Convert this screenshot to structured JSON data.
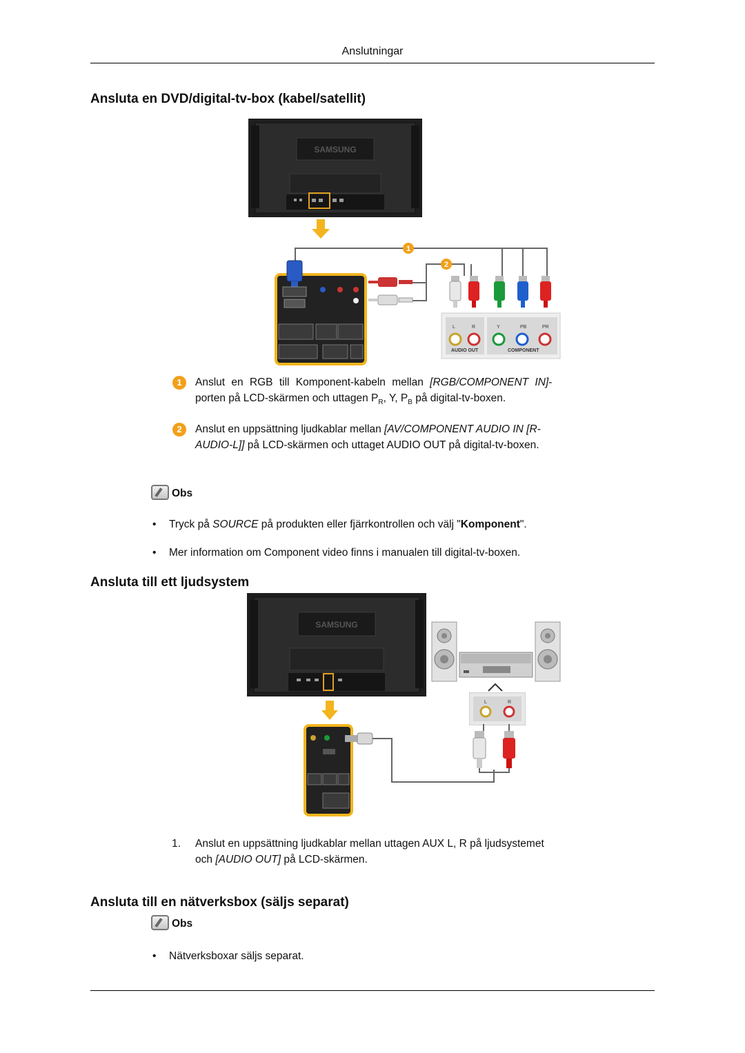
{
  "header": {
    "title": "Anslutningar"
  },
  "section1": {
    "heading": "Ansluta en DVD/digital-tv-box (kabel/satellit)",
    "step1_badge": "1",
    "step1_a": "Anslut en RGB till Komponent-kabeln mellan ",
    "step1_port": "[RGB/COMPONENT IN]",
    "step1_b": "-",
    "step1_c": "porten på LCD-skärmen och uttagen P",
    "step1_sub_r": "R",
    "step1_d": ", Y, P",
    "step1_sub_b": "B",
    "step1_e": " på digital-tv-boxen.",
    "step2_badge": "2",
    "step2_a": "Anslut en uppsättning ljudkablar mellan ",
    "step2_port1": "[AV/COMPONENT AUDIO IN [R-",
    "step2_port2": "AUDIO-L]]",
    "step2_b": " på LCD-skärmen och uttaget AUDIO OUT på digital-tv-boxen.",
    "obs_label": "Obs",
    "bullet1_a": "Tryck på ",
    "bullet1_source": "SOURCE",
    "bullet1_b": " på produkten eller fjärrkontrollen och välj \"",
    "bullet1_bold": "Komponent",
    "bullet1_c": "\".",
    "bullet2": "Mer information om Component video finns i manualen till digital-tv-boxen.",
    "diagram": {
      "brand": "SAMSUNG",
      "jack_labels": [
        "L",
        "R",
        "Y",
        "PB",
        "PR"
      ],
      "audio_out": "AUDIO OUT",
      "component": "COMPONENT",
      "marker1": "1",
      "marker2": "2"
    }
  },
  "section2": {
    "heading": "Ansluta till ett ljudsystem",
    "step_num": "1.",
    "step_a": "Anslut en uppsättning ljudkablar mellan uttagen AUX L, R på ljudsystemet",
    "step_b": "och ",
    "step_port": "[AUDIO OUT]",
    "step_c": " på LCD-skärmen.",
    "diagram": {
      "brand": "SAMSUNG",
      "jack_l": "L",
      "jack_r": "R"
    }
  },
  "section3": {
    "heading": "Ansluta till en nätverksbox (säljs separat)",
    "obs_label": "Obs",
    "bullet1": "Nätverksboxar säljs separat."
  }
}
